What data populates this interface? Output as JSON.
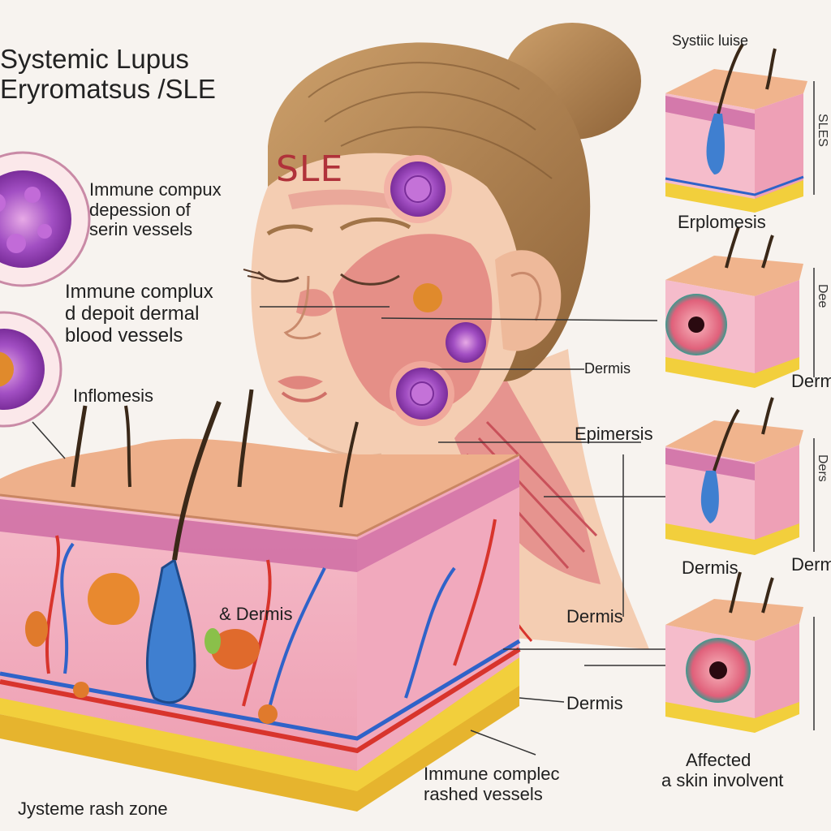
{
  "title": {
    "line1": "Systemic Lupus",
    "line2": "Eryromatsus /SLE"
  },
  "face_label": "SLE",
  "labels": {
    "top_right": "Systiic luise",
    "immune_complex_1": [
      "Immune compux",
      "depession of",
      "serin vessels"
    ],
    "immune_complex_2": [
      "Immune complux",
      "d depoit dermal",
      "blood vessels"
    ],
    "inflammation": "Inflomesis",
    "dermis_main": "& Dermis",
    "rash_zone": "Jysteme rash zone",
    "epidermis_1": "Erplomesis",
    "dermis_face": "Dermis",
    "dermis_side_1": "Derms",
    "epidermis_2": "Epimersis",
    "dermis_2": "Dermis",
    "dermis_3": "Derm",
    "dermis_4": "Dermis",
    "dermis_5": "Dermis",
    "immune_complex_3": [
      "Immune complec",
      "rashed vessels"
    ],
    "affected": [
      "Affected",
      "a skin involvent"
    ],
    "vertical_1": "SLES",
    "vertical_2": "Dee",
    "vertical_3": "Ders"
  },
  "colors": {
    "skin": "#f2c9ad",
    "hair": "#b9895a",
    "epidermis": "#e9a67d",
    "dermis": "#f3b7c7",
    "fat": "#f2cf3c",
    "vessel_red": "#d8342c",
    "vessel_blue": "#2f63c9",
    "rash": "#e07a78",
    "cell_purple": "#a14fc2"
  }
}
